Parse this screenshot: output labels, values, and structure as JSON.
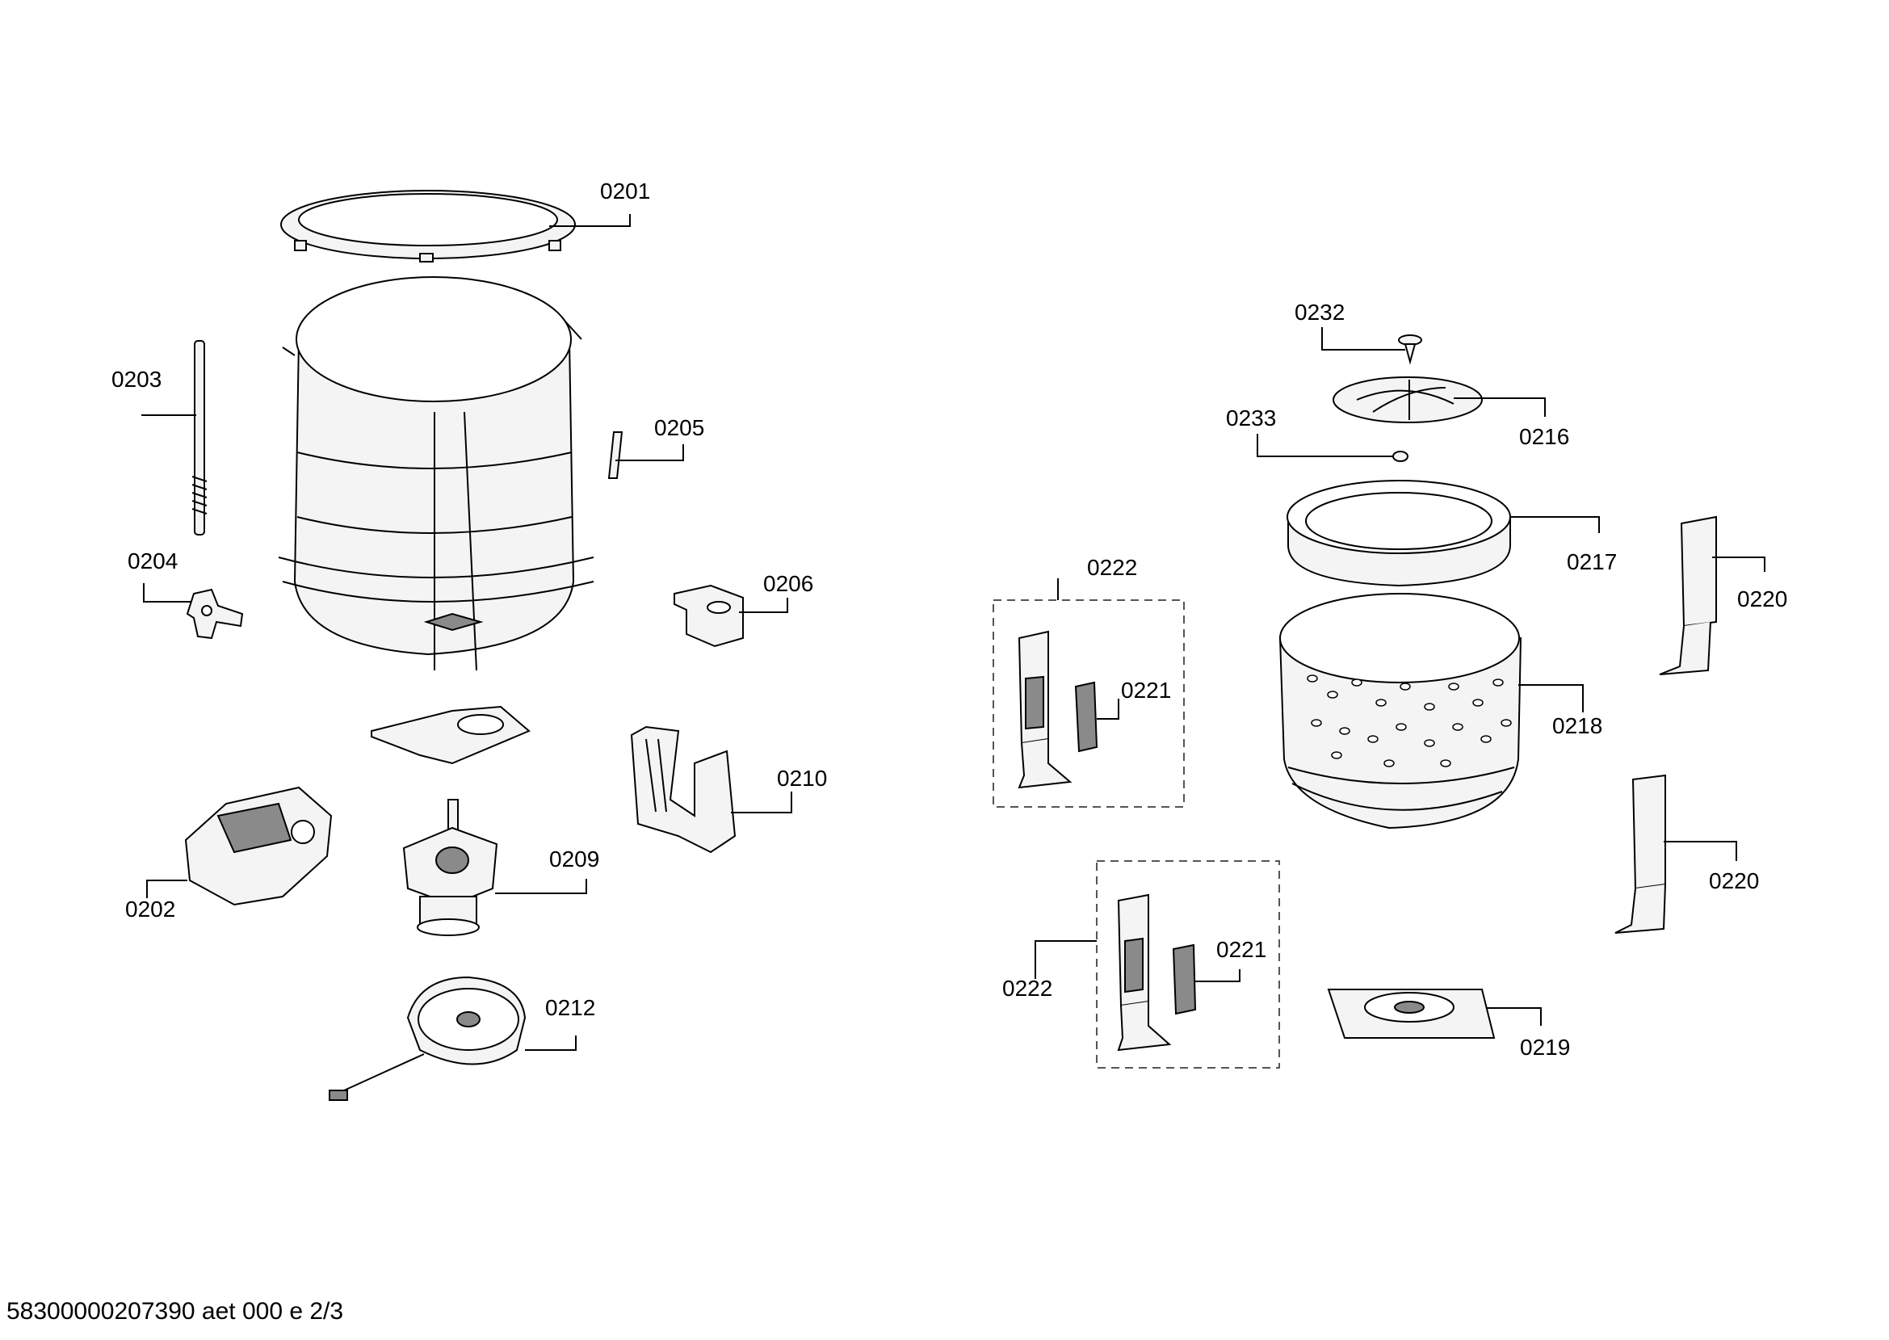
{
  "labels": {
    "p0201": "0201",
    "p0202": "0202",
    "p0203": "0203",
    "p0204": "0204",
    "p0205": "0205",
    "p0206": "0206",
    "p0209": "0209",
    "p0210": "0210",
    "p0212": "0212",
    "p0216": "0216",
    "p0217": "0217",
    "p0218": "0218",
    "p0219": "0219",
    "p0220a": "0220",
    "p0220b": "0220",
    "p0221a": "0221",
    "p0221b": "0221",
    "p0222a": "0222",
    "p0222b": "0222",
    "p0232": "0232",
    "p0233": "0233"
  },
  "footer": "58300000207390 aet 000 e 2/3"
}
